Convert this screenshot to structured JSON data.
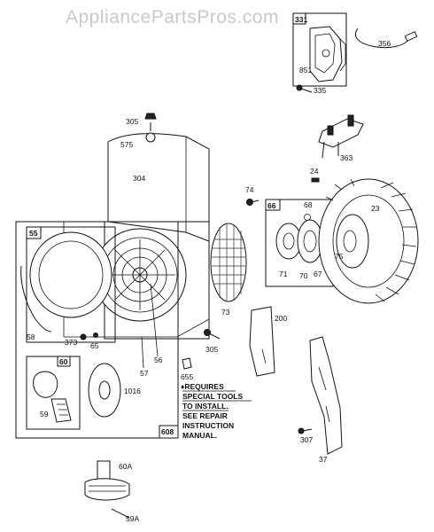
{
  "watermark": "AppliancePartsPros.com",
  "callouts": {
    "c331": "331",
    "c356": "356",
    "c851": "851",
    "c335": "335",
    "c305a": "305",
    "c575": "575",
    "c304": "304",
    "c363": "363",
    "c24": "24",
    "c74": "74",
    "c66": "66",
    "c68": "68",
    "c23": "23",
    "c75": "75",
    "c71": "71",
    "c70": "70",
    "c67": "67",
    "c55": "55",
    "c58": "58",
    "c373": "373",
    "c65": "65",
    "c56": "56",
    "c57": "57",
    "c73": "73",
    "c305b": "305",
    "c200": "200",
    "c60": "60",
    "c1016": "1016",
    "c59": "59",
    "c655": "655",
    "c608": "608",
    "c307": "307",
    "c37": "37",
    "c60a": "60A",
    "c59a": "59A"
  },
  "note": {
    "line1": "♦REQUIRES",
    "line2": "SPECIAL TOOLS",
    "line3": "TO INSTALL.",
    "line4": "SEE REPAIR",
    "line5": "INSTRUCTION",
    "line6": "MANUAL."
  }
}
